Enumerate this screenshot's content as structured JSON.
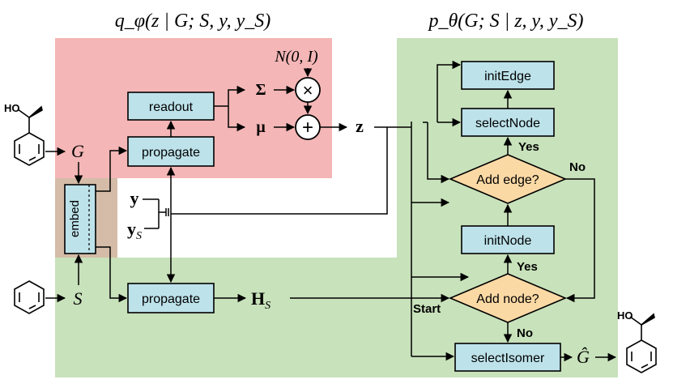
{
  "colors": {
    "red_region": "#f4b6b6",
    "green_region": "#c8e2bb",
    "embed_region": "#d4bca8",
    "box_fill": "#bde2ea",
    "diamond_fill": "#fbd9a5",
    "stroke": "#000000"
  },
  "titles": {
    "encoder": "q_φ(z | G; S, y, y_S)",
    "decoder": "p_θ(G; S | z, y, y_S)",
    "prior": "N(0, I)"
  },
  "symbols": {
    "G": "G",
    "S": "S",
    "y": "y",
    "y_S": "y",
    "y_S_sub": "S",
    "z": "z",
    "H_S": "H",
    "H_S_sub": "S",
    "G_hat": "Ĝ",
    "sigma": "Σ",
    "mu": "μ",
    "times": "×",
    "plus": "+"
  },
  "boxes": {
    "readout": "readout",
    "propagate_top": "propagate",
    "propagate_bottom": "propagate",
    "embed": "embed",
    "initEdge": "initEdge",
    "selectNode": "selectNode",
    "initNode": "initNode",
    "selectIsomer": "selectIsomer"
  },
  "decisions": {
    "add_edge": "Add edge?",
    "add_node": "Add node?"
  },
  "edge_labels": {
    "yes_edge": "Yes",
    "no_edge": "No",
    "yes_node": "Yes",
    "no_node": "No",
    "start": "Start"
  },
  "molecule_labels": {
    "input_ho": "HO",
    "output_ho": "HO"
  }
}
